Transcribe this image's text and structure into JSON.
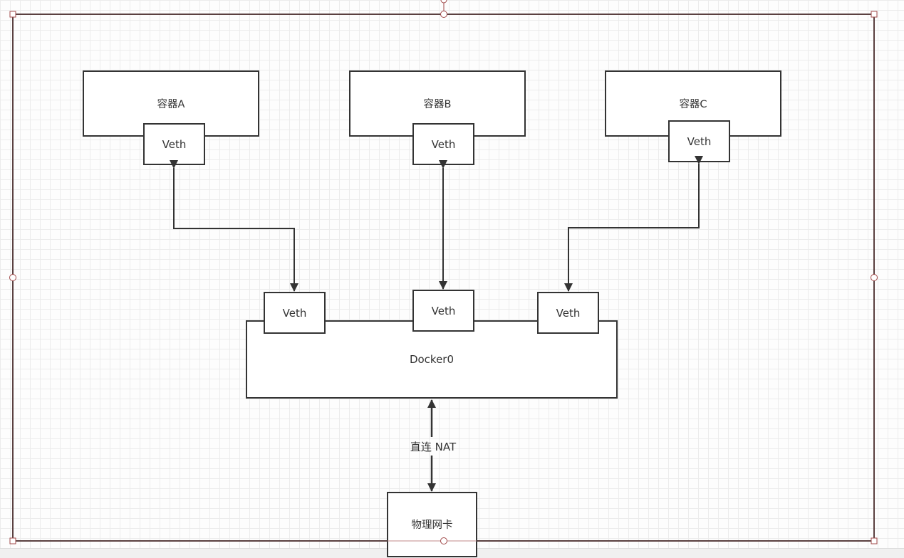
{
  "colors": {
    "frame": "#5a4040",
    "stroke": "#333333",
    "handle": "#a04848",
    "grid": "#ececec"
  },
  "containers": {
    "a": {
      "label": "容器A",
      "veth": "Veth"
    },
    "b": {
      "label": "容器B",
      "veth": "Veth"
    },
    "c": {
      "label": "容器C",
      "veth": "Veth"
    }
  },
  "bridge": {
    "label": "Docker0",
    "veths": [
      "Veth",
      "Veth",
      "Veth"
    ]
  },
  "nic": {
    "label": "物理网卡"
  },
  "link": {
    "label": "直连 NAT"
  }
}
